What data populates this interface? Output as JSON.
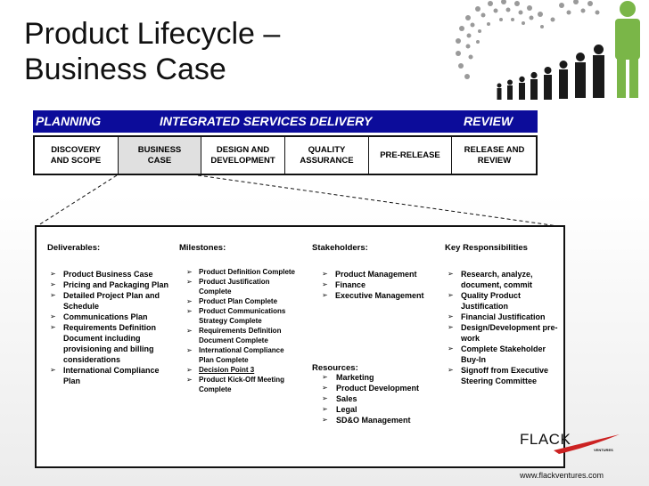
{
  "title": {
    "line1": "Product Lifecycle –",
    "line2": "Business Case"
  },
  "phases": {
    "planning": "PLANNING",
    "isd": "INTEGRATED SERVICES DELIVERY",
    "review": "REVIEW"
  },
  "stages": [
    {
      "line1": "DISCOVERY",
      "line2": "AND SCOPE"
    },
    {
      "line1": "BUSINESS",
      "line2": "CASE"
    },
    {
      "line1": "DESIGN AND",
      "line2": "DEVELOPMENT"
    },
    {
      "line1": "QUALITY",
      "line2": "ASSURANCE"
    },
    {
      "line1": "PRE-RELEASE",
      "line2": ""
    },
    {
      "line1": "RELEASE AND",
      "line2": "REVIEW"
    }
  ],
  "headings": {
    "deliverables": "Deliverables:",
    "milestones": "Milestones:",
    "stakeholders": "Stakeholders:",
    "responsibilities": "Key Responsibilities",
    "resources": "Resources:"
  },
  "deliverables": [
    "Product Business Case",
    "Pricing and Packaging Plan",
    "Detailed Project Plan and Schedule",
    "Communications Plan",
    "Requirements Definition Document including provisioning and billing considerations",
    "International Compliance Plan"
  ],
  "milestones": [
    "Product Definition Complete",
    "Product Justification Complete",
    "Product Plan Complete",
    "Product Communications Strategy Complete",
    "Requirements Definition Document Complete",
    "International Compliance Plan Complete",
    "Decision Point 3",
    "Product Kick-Off Meeting Complete"
  ],
  "stakeholders": [
    "Product Management",
    "Finance",
    "Executive Management"
  ],
  "resources": [
    "Marketing",
    "Product Development",
    "Sales",
    "Legal",
    "SD&O Management"
  ],
  "responsibilities": [
    "Research, analyze, document, commit",
    "Quality Product Justification",
    "Financial Justification",
    "Design/Development pre-work",
    "Complete Stakeholder Buy-In",
    "Signoff from Executive Steering Committee"
  ],
  "logo": {
    "name": "FLACK",
    "sub": "VENTURES"
  },
  "url": "www.flackventures.com",
  "colors": {
    "bar": "#0c0c9a",
    "accent_green": "#7ab648",
    "accent_red": "#cc2222"
  }
}
